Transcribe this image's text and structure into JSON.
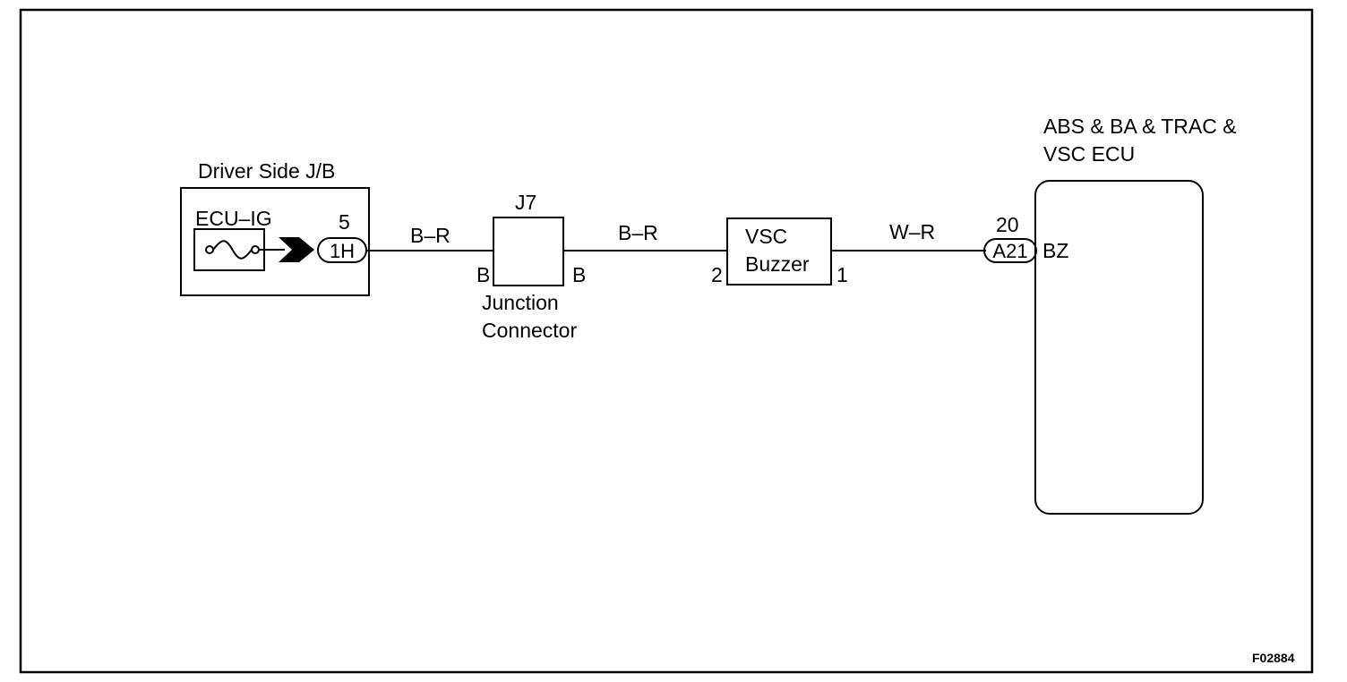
{
  "junction_block": {
    "title": "Driver Side J/B",
    "fuse_label": "ECU–IG",
    "pin": "5",
    "connector": "1H"
  },
  "wire_1": {
    "color": "B–R"
  },
  "junction_connector": {
    "code": "J7",
    "pin_left": "B",
    "pin_right": "B",
    "name_line1": "Junction",
    "name_line2": "Connector"
  },
  "wire_2": {
    "color": "B–R"
  },
  "buzzer": {
    "name_line1": "VSC",
    "name_line2": "Buzzer",
    "pin_in": "2",
    "pin_out": "1"
  },
  "wire_3": {
    "color": "W–R"
  },
  "ecu": {
    "title_line1": "ABS & BA & TRAC &",
    "title_line2": "VSC ECU",
    "pin": "20",
    "connector": "A21",
    "terminal": "BZ"
  },
  "figure_code": "F02884"
}
